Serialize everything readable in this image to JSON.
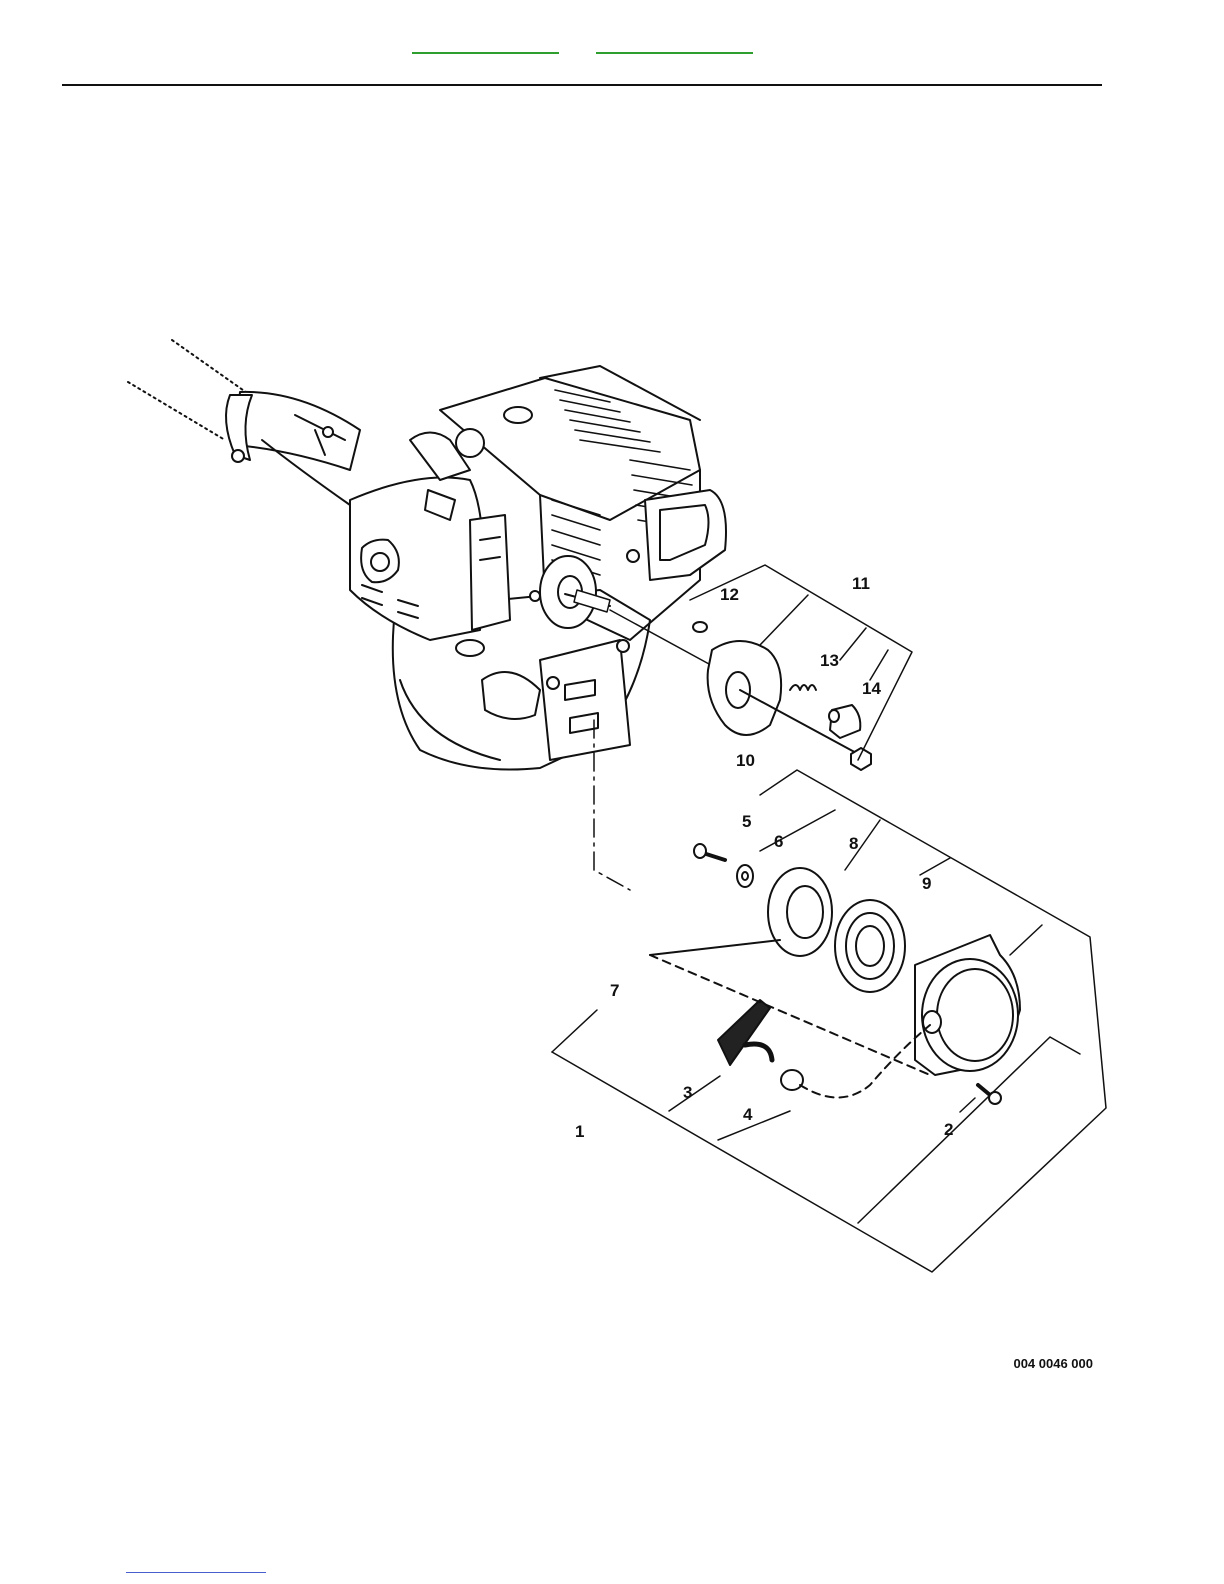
{
  "header": {
    "nav_links": [
      "",
      ""
    ]
  },
  "diagram": {
    "callouts": [
      "1",
      "2",
      "3",
      "4",
      "5",
      "6",
      "7",
      "8",
      "9",
      "10",
      "11",
      "12",
      "13",
      "14"
    ],
    "drawing_number": "004 0046 000"
  },
  "footer": {
    "link": ""
  },
  "colors": {
    "link_green": "#2e9e2e",
    "footer_link": "#4a5fcf",
    "ink": "#111111"
  }
}
